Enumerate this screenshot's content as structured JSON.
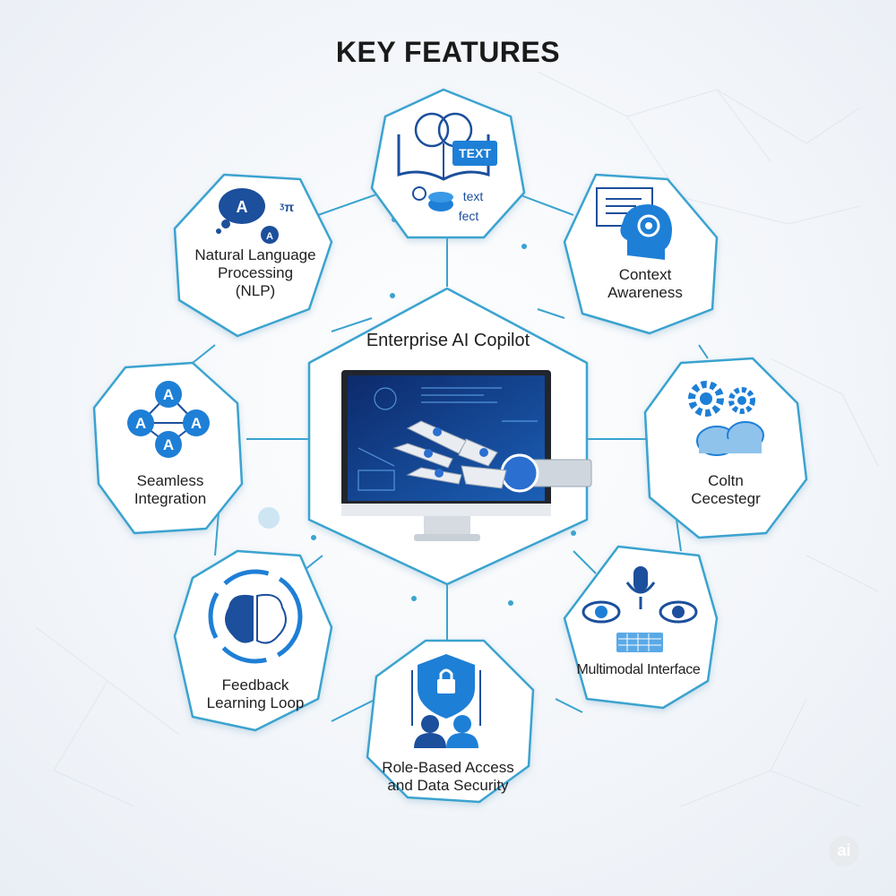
{
  "title": "KEY FEATURES",
  "center": {
    "label": "Enterprise AI Copilot"
  },
  "icon_labels": {
    "text_badge": "TEXT",
    "text_small_1": "text",
    "text_small_2": "fect"
  },
  "features": [
    {
      "id": "knowledge",
      "label": "",
      "icon": "brain-book-text-icon"
    },
    {
      "id": "nlp",
      "label": "Natural Language\nProcessing\n(NLP)",
      "icon": "speech-bubble-icon"
    },
    {
      "id": "context",
      "label": "Context\nAwareness",
      "icon": "head-gear-icon"
    },
    {
      "id": "integration",
      "label": "Seamless\nIntegration",
      "icon": "network-nodes-icon"
    },
    {
      "id": "cloud",
      "label": "Coltn\nCecestegr",
      "icon": "gears-cloud-icon"
    },
    {
      "id": "feedback",
      "label": "Feedback\nLearning Loop",
      "icon": "brain-cycle-icon"
    },
    {
      "id": "multimodal",
      "label": "Multimodal Interface",
      "icon": "eye-mic-keyboard-icon"
    },
    {
      "id": "security",
      "label": "Role-Based Access\nand Data Security",
      "icon": "shield-lock-users-icon"
    }
  ],
  "watermark": "ai",
  "colors": {
    "accent": "#1e88c7",
    "dark_blue": "#1c4f9c",
    "outline": "#3aa3cf",
    "text": "#1f1f1f"
  }
}
